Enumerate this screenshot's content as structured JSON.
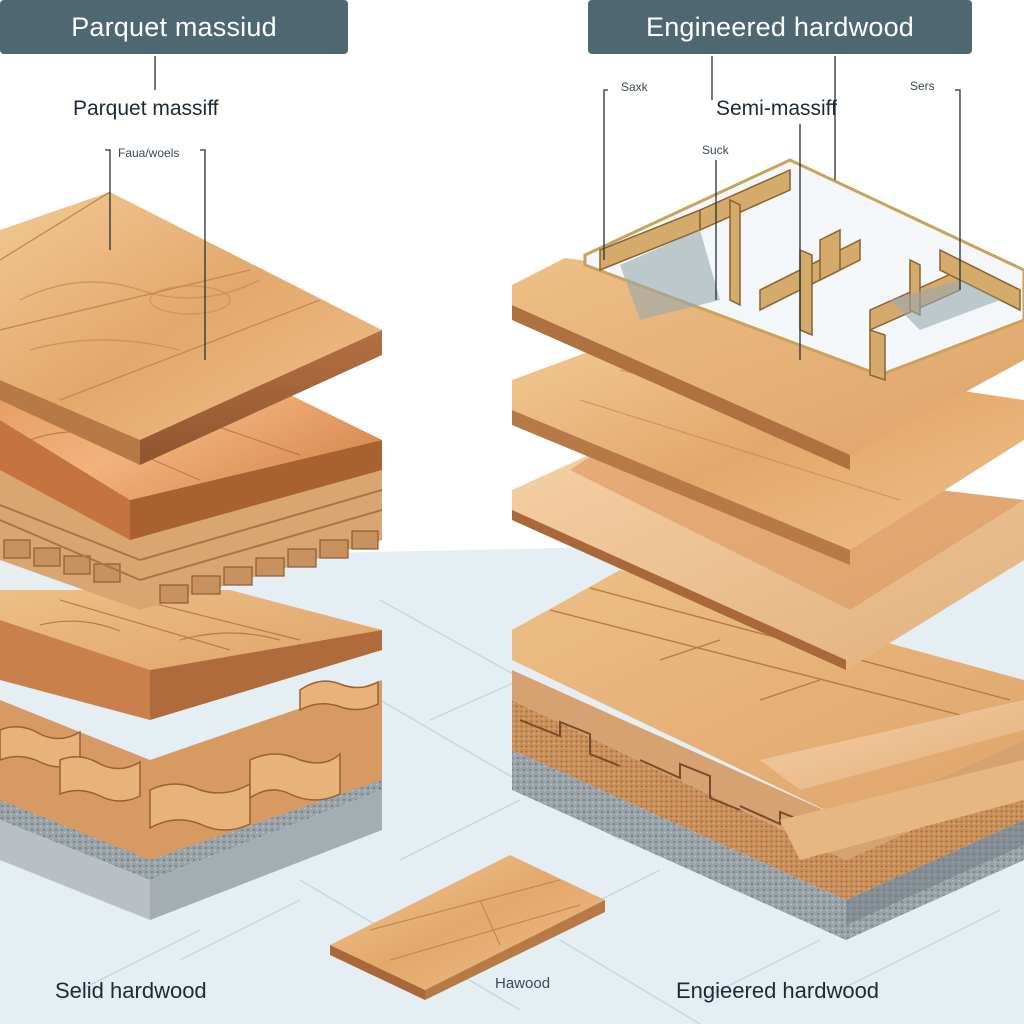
{
  "left": {
    "banner": "Parquet massiud",
    "subtitle": "Parquet massiff",
    "small_label": "Faua/woels",
    "caption": "Selid hardwood"
  },
  "right": {
    "banner": "Engineered hardwood",
    "subtitle": "Semi-massiff",
    "small_label_a": "Saxk",
    "small_label_b": "Suck",
    "small_label_c": "Sers",
    "caption": "Engieered hardwood"
  },
  "center": {
    "plank_label": "Hawood"
  },
  "colors": {
    "banner": "#4f6771",
    "wood_light": "#e9b77b",
    "wood_mid": "#d99458",
    "wood_dark": "#a8683a",
    "floor": "#dde9ef",
    "foam": "#8e989e"
  }
}
